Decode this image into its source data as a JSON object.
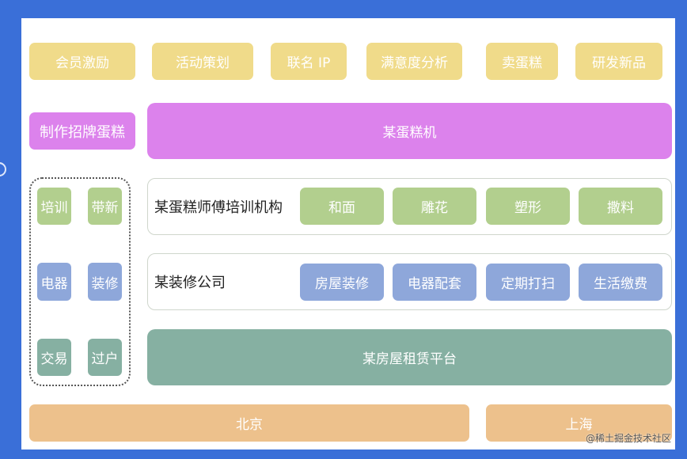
{
  "colors": {
    "background": "#3a6fd8",
    "panel": "#ffffff",
    "yellow": "#f0db8a",
    "purple": "#dc82ec",
    "green": "#b2cf8e",
    "blue": "#8ea7da",
    "teal": "#86b0a2",
    "orange": "#edc18c"
  },
  "top_row": [
    {
      "label": "会员激励"
    },
    {
      "label": "活动策划"
    },
    {
      "label": "联名 IP"
    },
    {
      "label": "满意度分析"
    },
    {
      "label": "卖蛋糕"
    },
    {
      "label": "研发新品"
    }
  ],
  "cake_row": {
    "side_label": "制作招牌蛋糕",
    "main_label": "某蛋糕机"
  },
  "left_group": {
    "items": [
      {
        "label": "培训",
        "color": "green"
      },
      {
        "label": "带新",
        "color": "green"
      },
      {
        "label": "电器",
        "color": "blue"
      },
      {
        "label": "装修",
        "color": "blue"
      },
      {
        "label": "交易",
        "color": "teal"
      },
      {
        "label": "过户",
        "color": "teal"
      }
    ]
  },
  "training_org": {
    "label": "某蛋糕师傅培训机构",
    "items": [
      {
        "label": "和面"
      },
      {
        "label": "雕花"
      },
      {
        "label": "塑形"
      },
      {
        "label": "撒料"
      }
    ]
  },
  "renovation_org": {
    "label": "某装修公司",
    "items": [
      {
        "label": "房屋装修"
      },
      {
        "label": "电器配套"
      },
      {
        "label": "定期打扫"
      },
      {
        "label": "生活缴费"
      }
    ]
  },
  "rental_platform": {
    "label": "某房屋租赁平台"
  },
  "cities": [
    {
      "label": "北京"
    },
    {
      "label": "上海"
    }
  ],
  "watermark": "@稀土掘金技术社区"
}
